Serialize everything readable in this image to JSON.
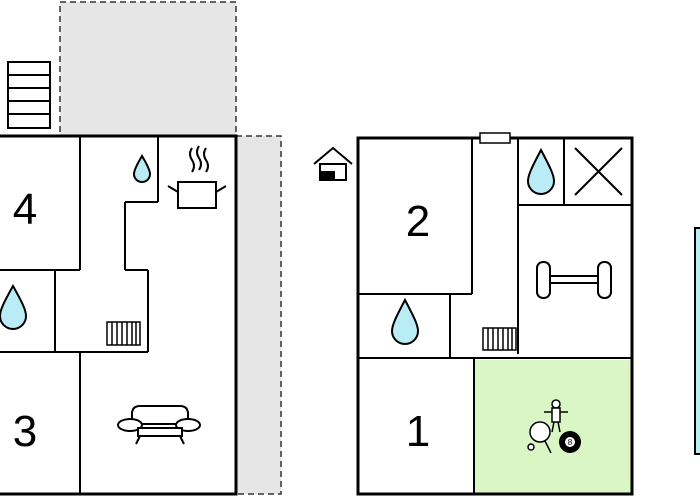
{
  "floor_plan": {
    "colors": {
      "wall": "#000000",
      "terrace": "#e6e6e6",
      "water": "#b9ecf5",
      "game_room": "#d9f6c4",
      "background": "#ffffff"
    },
    "left_floor": {
      "rooms": [
        {
          "label": "4"
        },
        {
          "label": "3"
        }
      ],
      "icons": [
        "stairs-icon",
        "water-drop-icon",
        "water-drop-icon",
        "cooking-pot-icon",
        "radiator-icon",
        "sofa-icon"
      ]
    },
    "right_floor": {
      "rooms": [
        {
          "label": "2"
        },
        {
          "label": "1"
        }
      ],
      "icons": [
        "house-entrance-icon",
        "water-drop-icon",
        "water-drop-icon",
        "cross-box-icon",
        "dumbbell-icon",
        "radiator-icon",
        "table-football-icon",
        "table-tennis-icon",
        "billiard-ball-icon"
      ],
      "billiard_ball_number": "8"
    }
  }
}
